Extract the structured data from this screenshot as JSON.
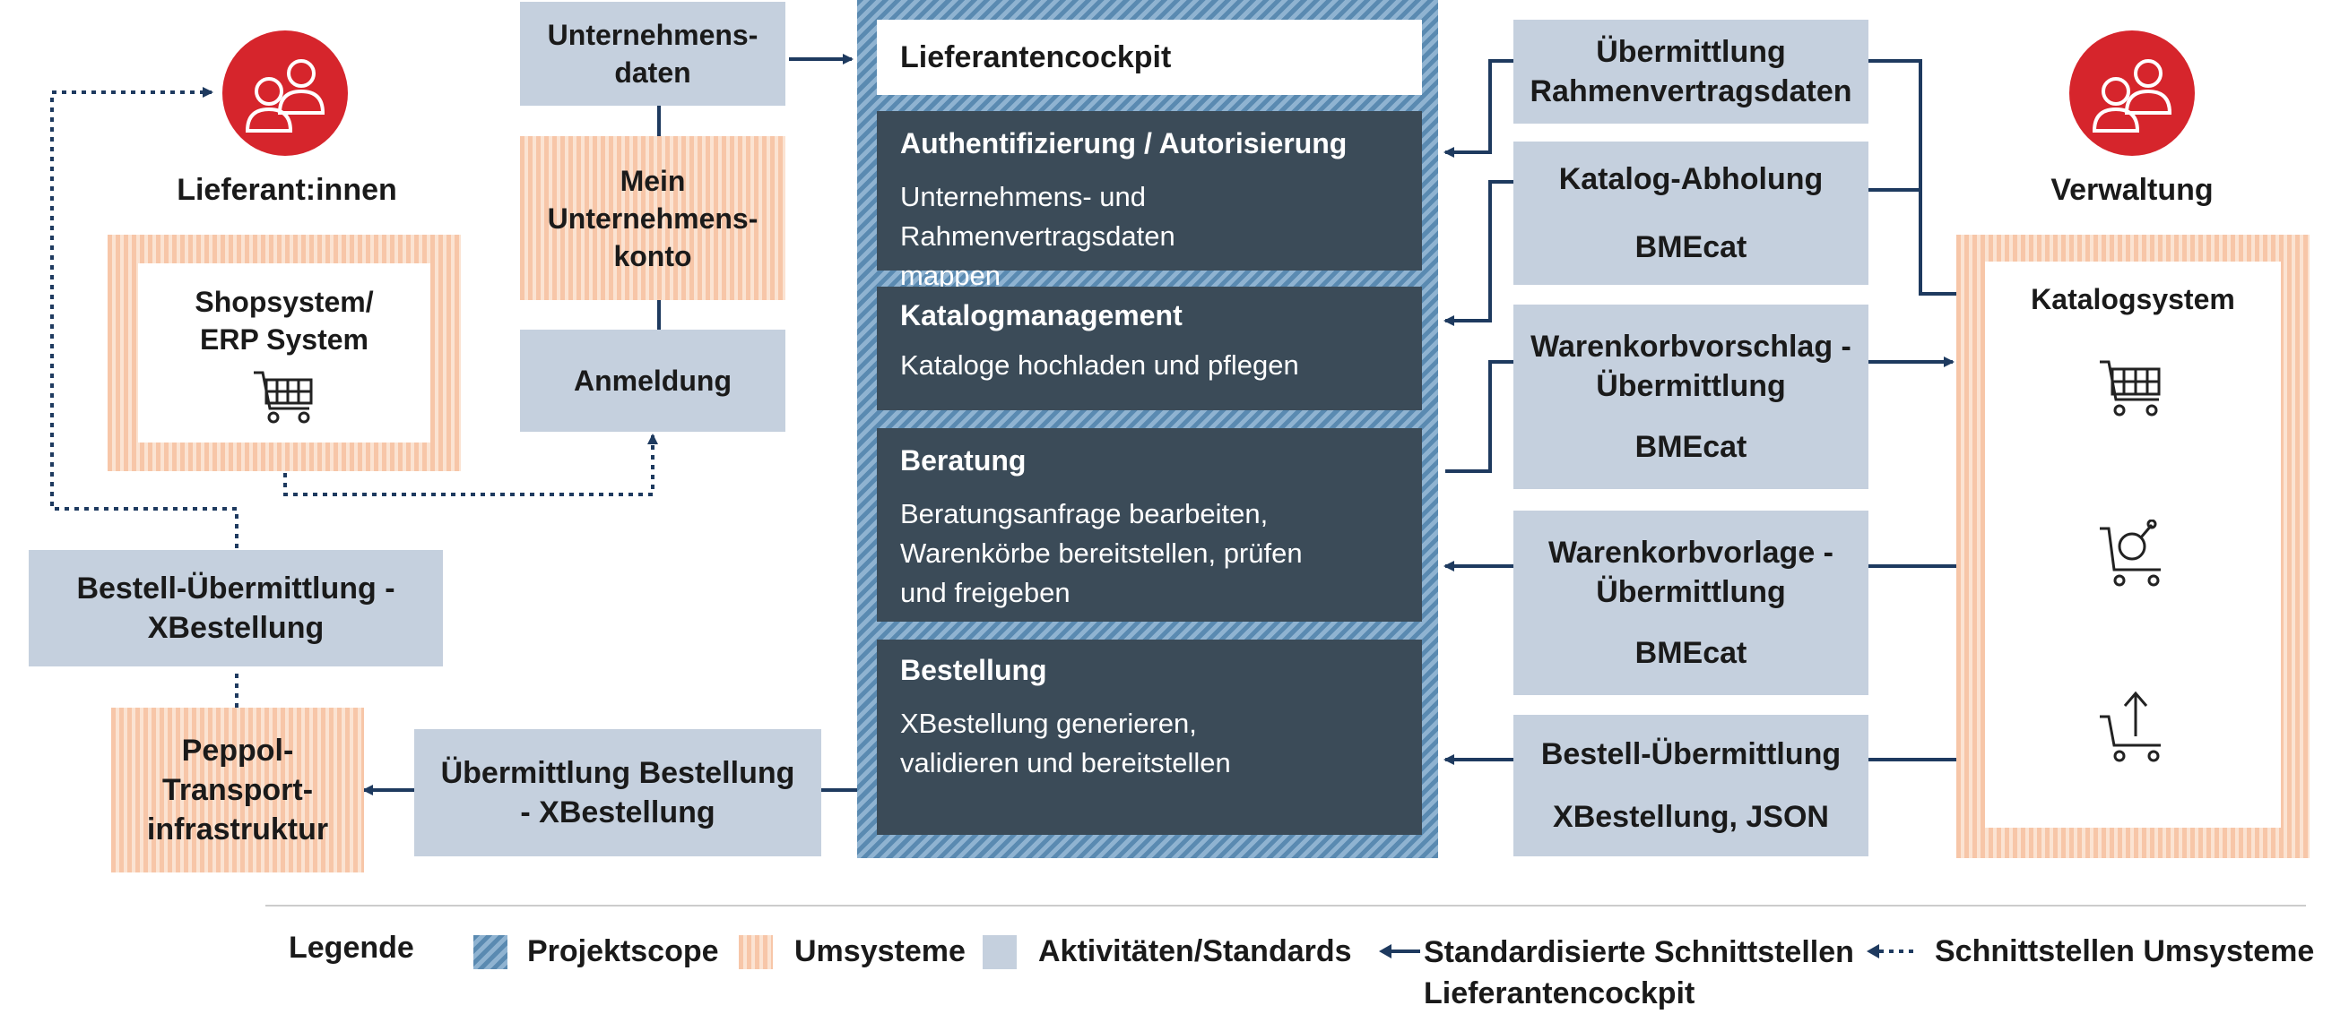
{
  "actors": {
    "left_label": "Lieferant:innen",
    "right_label": "Verwaltung",
    "icon": "people-icon",
    "accent_color": "#d6252c"
  },
  "left": {
    "shopsystem": "Shopsystem/ ERP System",
    "bestell_uebermittlung": "Bestell-Übermittlung - XBestellung",
    "peppol": "Peppol- Transport- infrastruktur"
  },
  "middle_left": {
    "unternehmensdaten": "Unternehmens- daten",
    "mein_konto": "Mein Unternehmens- konto",
    "anmeldung": "Anmeldung",
    "uebermittlung_bestellung": "Übermittlung Bestellung - XBestellung"
  },
  "cockpit": {
    "title": "Lieferantencockpit",
    "sections": [
      {
        "title": "Authentifizierung / Autorisierung",
        "text": "Unternehmens- und Rahmenvertragsdaten mappen"
      },
      {
        "title": "Katalogmanagement",
        "text": "Kataloge hochladen und pflegen"
      },
      {
        "title": "Beratung",
        "text": "Beratungsanfrage bearbeiten, Warenkörbe bereitstellen, prüfen und freigeben"
      },
      {
        "title": "Bestellung",
        "text": "XBestellung generieren, validieren und bereitstellen"
      }
    ]
  },
  "interfaces": [
    {
      "title": "Übermittlung Rahmenvertragsdaten",
      "standard": ""
    },
    {
      "title": "Katalog-Abholung",
      "standard": "BMEcat"
    },
    {
      "title": "Warenkorbvorschlag - Übermittlung",
      "standard": "BMEcat"
    },
    {
      "title": "Warenkorbvorlage - Übermittlung",
      "standard": "BMEcat"
    },
    {
      "title": "Bestell-Übermittlung",
      "standard": "XBestellung, JSON"
    }
  ],
  "katalogsystem": {
    "title": "Katalogsystem",
    "icons": [
      "shopping-cart-icon",
      "cart-search-icon",
      "cart-upload-icon"
    ]
  },
  "legend": {
    "title": "Legende",
    "items": [
      {
        "label": "Projektscope",
        "swatch": "stripe-blue"
      },
      {
        "label": "Umsysteme",
        "swatch": "stripe-orange"
      },
      {
        "label": "Aktivitäten/Standards",
        "swatch": "gray"
      },
      {
        "label": "Standardisierte Schnittstellen Lieferantencockpit",
        "swatch": "solid-arrow"
      },
      {
        "label": "Schnittstellen Umsysteme",
        "swatch": "dotted-arrow"
      }
    ]
  },
  "colors": {
    "navy": "#1e3a5f",
    "dark_panel": "#3b4b58",
    "gray_box": "#c5d0de",
    "orange_stripe": "#f7c6a8",
    "blue_stripe": "#5a8ab1"
  }
}
